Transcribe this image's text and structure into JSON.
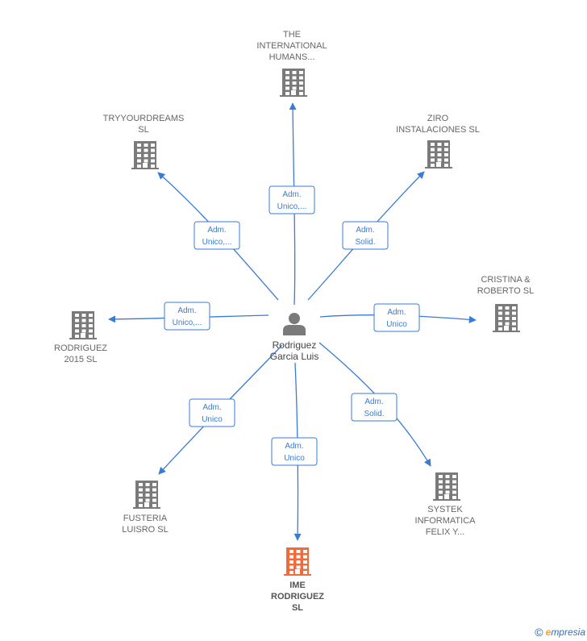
{
  "center": {
    "lines": [
      "Rodriguez",
      "Garcia Luis"
    ],
    "icon": "person-icon"
  },
  "nodes": [
    {
      "id": "international-humans",
      "lines": [
        "THE",
        "INTERNATIONAL",
        "HUMANS..."
      ],
      "role": [
        "Adm.",
        "Unico,..."
      ],
      "icon": "building-icon",
      "color": "#7a7a7a",
      "highlight": false
    },
    {
      "id": "ziro-instalaciones",
      "lines": [
        "ZIRO",
        "INSTALACIONES SL"
      ],
      "role": [
        "Adm.",
        "Solid."
      ],
      "icon": "building-icon",
      "color": "#7a7a7a",
      "highlight": false
    },
    {
      "id": "cristina-roberto",
      "lines": [
        "CRISTINA &",
        "ROBERTO  SL"
      ],
      "role": [
        "Adm.",
        "Unico"
      ],
      "icon": "building-icon",
      "color": "#7a7a7a",
      "highlight": false
    },
    {
      "id": "systek-informatica",
      "lines": [
        "SYSTEK",
        "INFORMATICA",
        "FELIX Y..."
      ],
      "role": [
        "Adm.",
        "Solid."
      ],
      "icon": "building-icon",
      "color": "#7a7a7a",
      "highlight": false
    },
    {
      "id": "ime-rodriguez",
      "lines": [
        "IME",
        "RODRIGUEZ",
        "SL"
      ],
      "role": [
        "Adm.",
        "Unico"
      ],
      "icon": "building-icon",
      "color": "#f26a3a",
      "highlight": true
    },
    {
      "id": "fusteria-luisro",
      "lines": [
        "FUSTERIA",
        "LUISRO  SL"
      ],
      "role": [
        "Adm.",
        "Unico"
      ],
      "icon": "building-icon",
      "color": "#7a7a7a",
      "highlight": false
    },
    {
      "id": "rodriguez-2015",
      "lines": [
        "RODRIGUEZ",
        "2015  SL"
      ],
      "role": [
        "Adm.",
        "Unico,..."
      ],
      "icon": "building-icon",
      "color": "#7a7a7a",
      "highlight": false
    },
    {
      "id": "tryyourdreams",
      "lines": [
        "TRYYOURDREAMS",
        "SL"
      ],
      "role": [
        "Adm.",
        "Unico,..."
      ],
      "icon": "building-icon",
      "color": "#7a7a7a",
      "highlight": false
    }
  ],
  "edge_color": "#3a7bd5",
  "footer": {
    "copyright": "©",
    "brand_initial": "e",
    "brand_rest": "mpresia"
  }
}
